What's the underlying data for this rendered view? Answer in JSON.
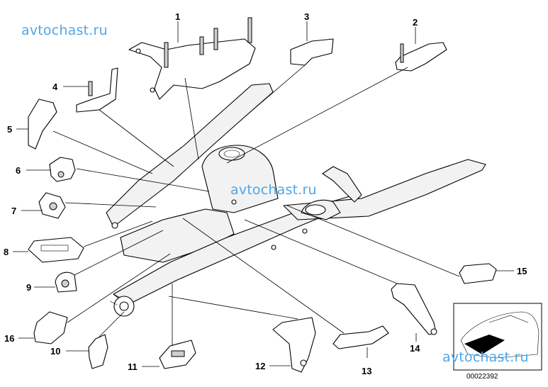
{
  "watermarks": [
    "avtochast.ru",
    "avtochast.ru",
    "avtochast.ru"
  ],
  "callouts": [
    {
      "n": "1"
    },
    {
      "n": "2"
    },
    {
      "n": "3"
    },
    {
      "n": "4"
    },
    {
      "n": "5"
    },
    {
      "n": "6"
    },
    {
      "n": "7"
    },
    {
      "n": "8"
    },
    {
      "n": "9"
    },
    {
      "n": "10"
    },
    {
      "n": "11"
    },
    {
      "n": "12"
    },
    {
      "n": "13"
    },
    {
      "n": "14"
    },
    {
      "n": "15"
    },
    {
      "n": "16"
    }
  ],
  "diagram_code": "00022392",
  "colors": {
    "watermark": "#4fa6e8",
    "lines": "#000000",
    "shade": "#cfcfcf"
  }
}
